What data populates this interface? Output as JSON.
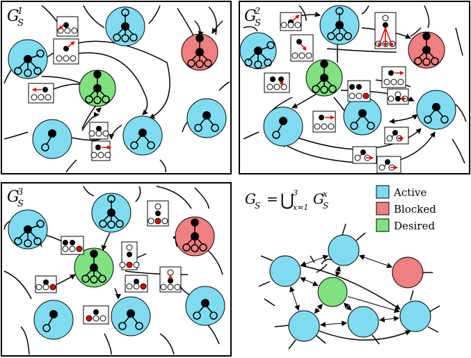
{
  "colors": {
    "active": "#7fdcf0",
    "blocked": "#f07f7f",
    "desired": "#7fe27f",
    "arrow_red": "#e00000"
  },
  "panels": [
    {
      "id": "p1",
      "title_base": "G",
      "title_sup": "1",
      "title_sub": "S"
    },
    {
      "id": "p2",
      "title_base": "G",
      "title_sup": "2",
      "title_sub": "S"
    },
    {
      "id": "p3",
      "title_base": "G",
      "title_sup": "3",
      "title_sub": "S"
    }
  ],
  "union": {
    "lhs_base": "G",
    "lhs_sub": "S",
    "eq": "=",
    "cup": "⋃",
    "lower": "x=1",
    "upper": "3",
    "rhs_base": "G",
    "rhs_sub": "S",
    "rhs_sup": "x"
  },
  "legend": [
    {
      "label": "Active",
      "color_key": "active"
    },
    {
      "label": "Blocked",
      "color_key": "blocked"
    },
    {
      "label": "Desired",
      "color_key": "desired"
    }
  ]
}
